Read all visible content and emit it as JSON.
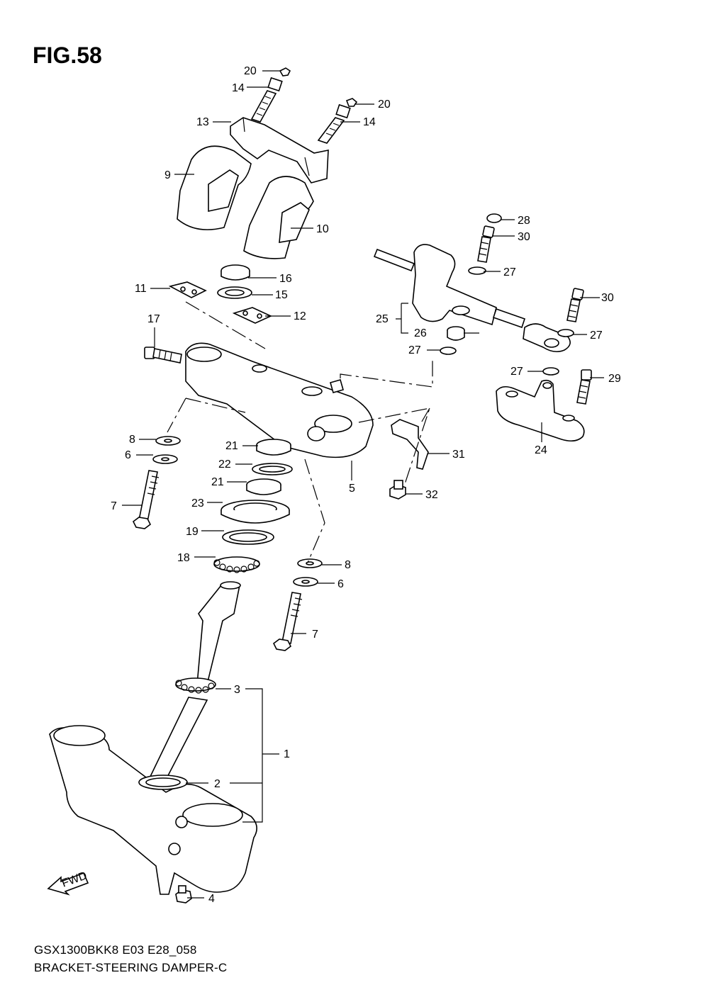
{
  "figure": {
    "title": "FIG.58",
    "model_code": "GSX1300BKK8 E03 E28_058",
    "caption": "BRACKET-STEERING DAMPER-C"
  },
  "front_arrow": {
    "label": "FWD"
  },
  "callouts": [
    {
      "id": "c20a",
      "num": "20"
    },
    {
      "id": "c14a",
      "num": "14"
    },
    {
      "id": "c20b",
      "num": "20"
    },
    {
      "id": "c14b",
      "num": "14"
    },
    {
      "id": "c13",
      "num": "13"
    },
    {
      "id": "c9",
      "num": "9"
    },
    {
      "id": "c10",
      "num": "10"
    },
    {
      "id": "c28",
      "num": "28"
    },
    {
      "id": "c30a",
      "num": "30"
    },
    {
      "id": "c27a",
      "num": "27"
    },
    {
      "id": "c16",
      "num": "16"
    },
    {
      "id": "c11",
      "num": "11"
    },
    {
      "id": "c15",
      "num": "15"
    },
    {
      "id": "c12",
      "num": "12"
    },
    {
      "id": "c30b",
      "num": "30"
    },
    {
      "id": "c25",
      "num": "25"
    },
    {
      "id": "c17",
      "num": "17"
    },
    {
      "id": "c26",
      "num": "26"
    },
    {
      "id": "c27b",
      "num": "27"
    },
    {
      "id": "c27c",
      "num": "27"
    },
    {
      "id": "c27d",
      "num": "27"
    },
    {
      "id": "c29",
      "num": "29"
    },
    {
      "id": "c8a",
      "num": "8"
    },
    {
      "id": "c21a",
      "num": "21"
    },
    {
      "id": "c31",
      "num": "31"
    },
    {
      "id": "c24",
      "num": "24"
    },
    {
      "id": "c6a",
      "num": "6"
    },
    {
      "id": "c22",
      "num": "22"
    },
    {
      "id": "c21b",
      "num": "21"
    },
    {
      "id": "c5",
      "num": "5"
    },
    {
      "id": "c32",
      "num": "32"
    },
    {
      "id": "c7a",
      "num": "7"
    },
    {
      "id": "c23",
      "num": "23"
    },
    {
      "id": "c19",
      "num": "19"
    },
    {
      "id": "c18",
      "num": "18"
    },
    {
      "id": "c8b",
      "num": "8"
    },
    {
      "id": "c6b",
      "num": "6"
    },
    {
      "id": "c7b",
      "num": "7"
    },
    {
      "id": "c3",
      "num": "3"
    },
    {
      "id": "c1",
      "num": "1"
    },
    {
      "id": "c2",
      "num": "2"
    },
    {
      "id": "c4",
      "num": "4"
    }
  ]
}
